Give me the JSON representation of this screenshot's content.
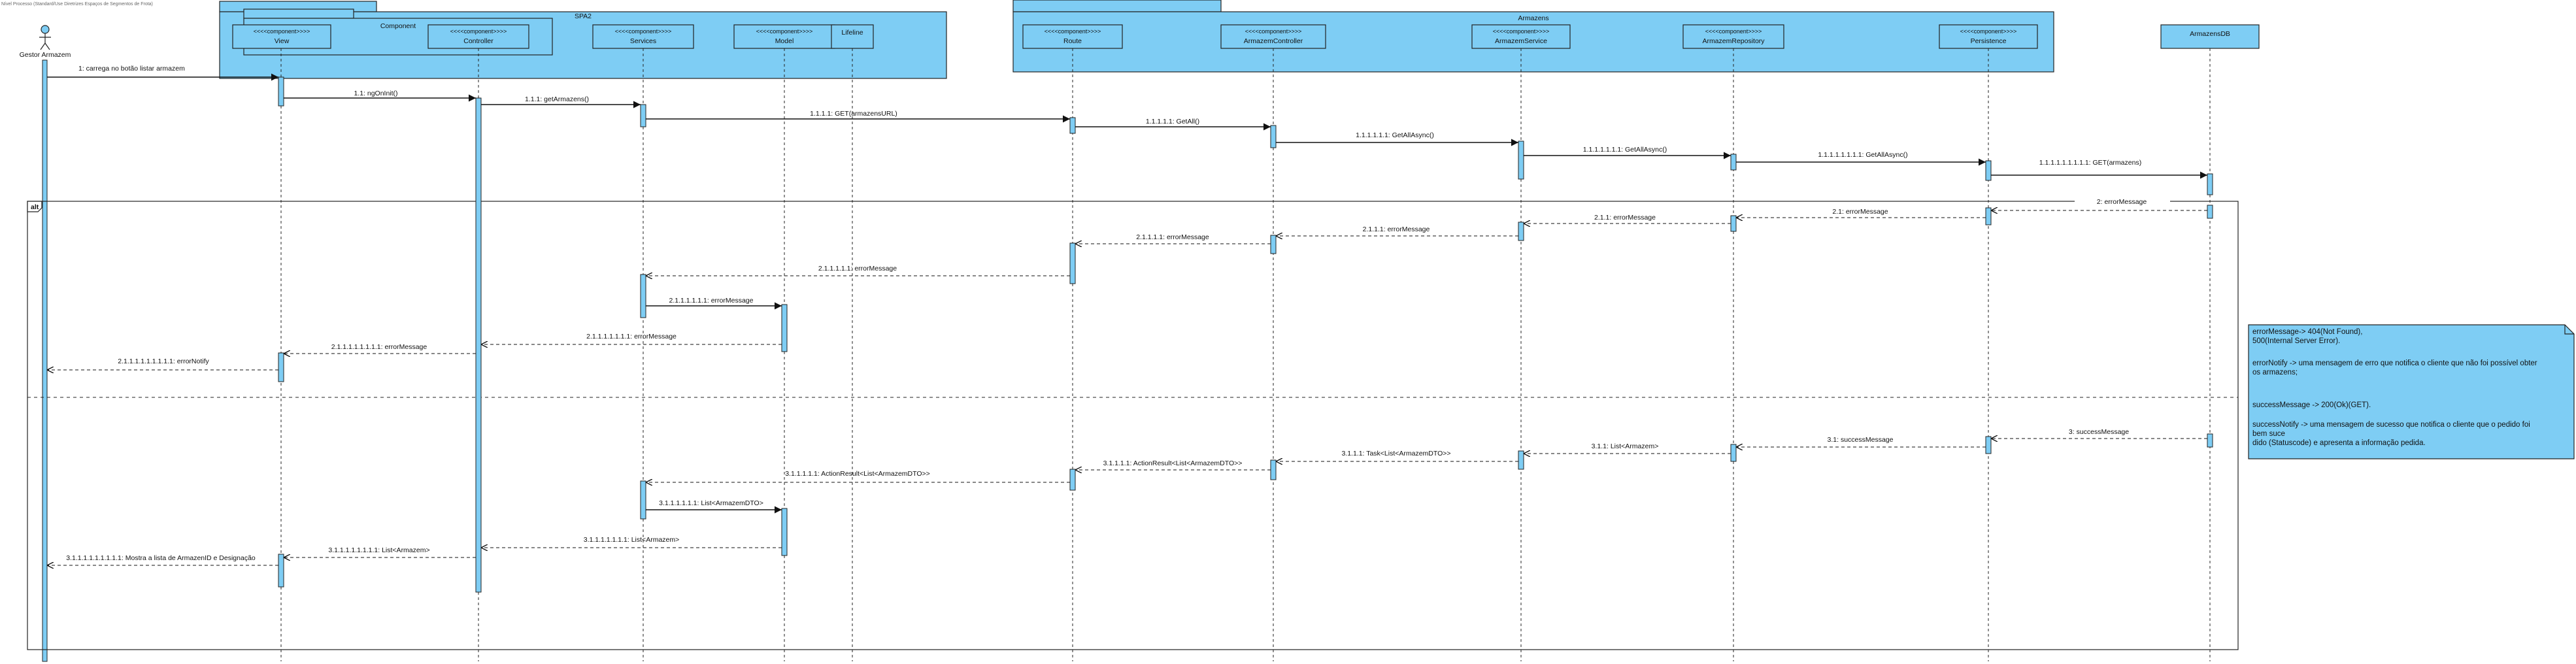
{
  "caption": "Nível Processo (Standard/Use Diretrizes Espaços de Segmentos de Frota)",
  "packages": {
    "spa2": "SPA2",
    "component": "Component",
    "armazens": "Armazens"
  },
  "actor": "Gestor Armazem",
  "stereotype": "<<<<component>>>>",
  "participants": {
    "view": "View",
    "controller": "Controller",
    "services": "Services",
    "model": "Model",
    "lifeline": "Lifeline",
    "route": "Route",
    "armazem_controller": "ArmazemController",
    "armazem_service": "ArmazemService",
    "armazem_repository": "ArmazemRepository",
    "persistence": "Persistence",
    "db": "ArmazensDB"
  },
  "fragment": {
    "operator": "alt"
  },
  "messages": {
    "m1": "1: carrega no botão listar armazem",
    "m2": "1.1: ngOnInit()",
    "m3": "1.1.1: getArmazens()",
    "m4": "1.1.1.1: GET(armazensURL)",
    "m5": "1.1.1.1.1: GetAll()",
    "m6": "1.1.1.1.1.1: GetAllAsync()",
    "m7": "1.1.1.1.1.1.1: GetAllAsync()",
    "m8": "1.1.1.1.1.1.1.1: GetAllAsync()",
    "m9": "1.1.1.1.1.1.1.1.1: GET(armazens)",
    "e1": "2: errorMessage",
    "e2": "2.1: errorMessage",
    "e3": "2.1.1: errorMessage",
    "e4": "2.1.1.1: errorMessage",
    "e5": "2.1.1.1.1: errorMessage",
    "e6": "2.1.1.1.1.1: errorMessage",
    "e7": "2.1.1.1.1.1.1: errorMessage",
    "e8": "2.1.1.1.1.1.1.1: errorMessage",
    "e9": "2.1.1.1.1.1.1.1.1: errorMessage",
    "e10": "2.1.1.1.1.1.1.1.1.1: errorNotify",
    "s1": "3: successMessage",
    "s2": "3.1: successMessage",
    "s3": "3.1.1: List<Armazem>",
    "s4": "3.1.1.1: Task<List<ArmazemDTO>>",
    "s5": "3.1.1.1.1: ActionResult<List<ArmazemDTO>>",
    "s6": "3.1.1.1.1.1: ActionResult<List<ArmazemDTO>>",
    "s7": "3.1.1.1.1.1.1: List<ArmazemDTO>",
    "s8": "3.1.1.1.1.1.1.1: List<Armazem>",
    "s9": "3.1.1.1.1.1.1.1.1: List<Armazem>",
    "s10": "3.1.1.1.1.1.1.1.1.1: Mostra a lista de ArmazenID e Designação"
  },
  "note": {
    "lines": [
      "errorMessage-> 404(Not Found),",
      "500(Internal Server Error).",
      "",
      "errorNotify -> uma mensagem de erro que notifica o cliente que não foi possível obter",
      "os armazens;",
      "",
      "",
      "successMessage -> 200(Ok)(GET).",
      "",
      "successNotify -> uma mensagem de sucesso que notifica o cliente que o pedido foi",
      "bem suce",
      "dido (Statuscode) e apresenta a informação pedida."
    ]
  },
  "colors": {
    "fill": "#7ecdf4",
    "stroke": "#222222"
  }
}
